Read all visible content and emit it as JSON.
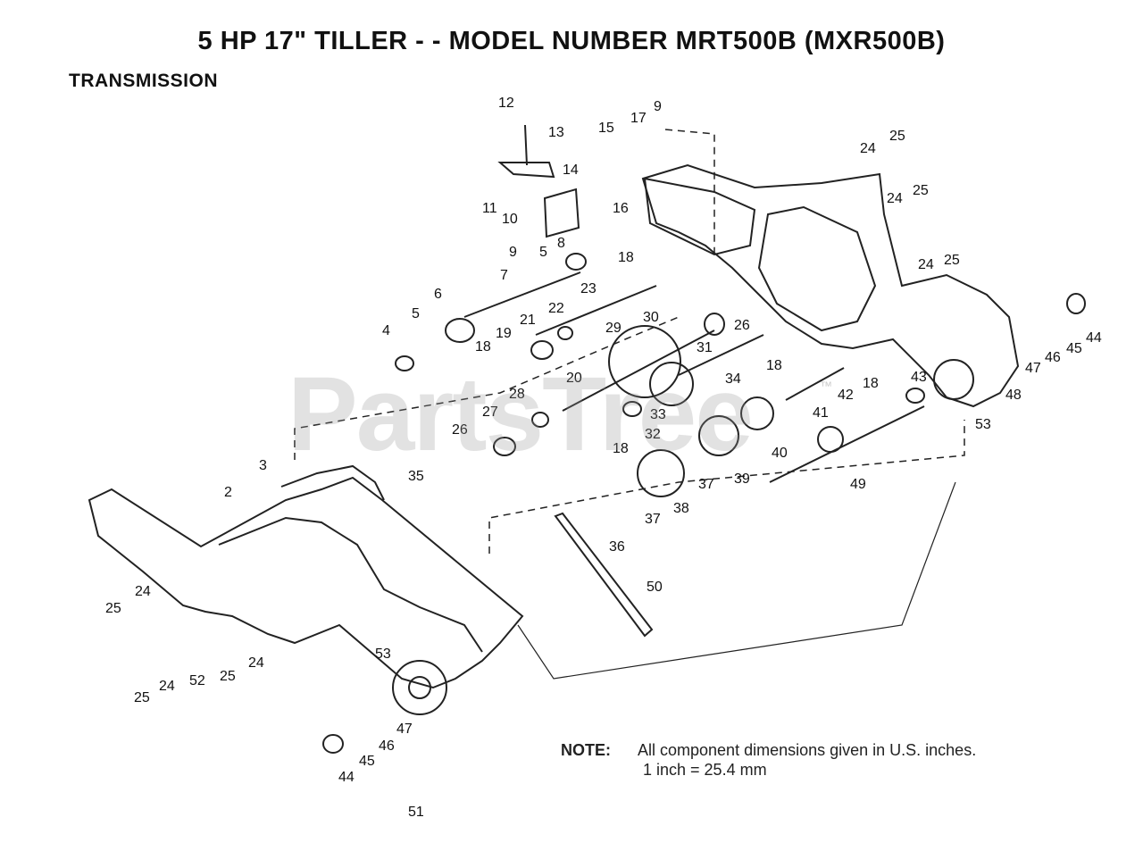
{
  "title": "5 HP 17\" TILLER - - MODEL NUMBER MRT500B (MXR500B)",
  "section": "TRANSMISSION",
  "watermark": "PartsTree",
  "watermark_tm": "™",
  "note": {
    "label": "NOTE:",
    "line1": "All component dimensions given in U.S. inches.",
    "line2": "1 inch = 25.4 mm"
  },
  "part_numbers": [
    "2",
    "3",
    "4",
    "5",
    "6",
    "7",
    "8",
    "9",
    "10",
    "11",
    "12",
    "13",
    "14",
    "15",
    "16",
    "17",
    "18",
    "19",
    "20",
    "21",
    "22",
    "23",
    "24",
    "25",
    "26",
    "27",
    "28",
    "29",
    "30",
    "31",
    "32",
    "33",
    "34",
    "35",
    "36",
    "37",
    "38",
    "39",
    "40",
    "41",
    "42",
    "43",
    "44",
    "45",
    "46",
    "47",
    "48",
    "49",
    "50",
    "51",
    "52",
    "53"
  ],
  "callouts": [
    {
      "label": "12"
    },
    {
      "label": "13"
    },
    {
      "label": "15"
    },
    {
      "label": "17"
    },
    {
      "label": "9"
    },
    {
      "label": "14"
    },
    {
      "label": "11"
    },
    {
      "label": "10"
    },
    {
      "label": "16"
    },
    {
      "label": "9"
    },
    {
      "label": "8"
    },
    {
      "label": "5"
    },
    {
      "label": "7"
    },
    {
      "label": "18"
    },
    {
      "label": "23"
    },
    {
      "label": "6"
    },
    {
      "label": "5"
    },
    {
      "label": "4"
    },
    {
      "label": "22"
    },
    {
      "label": "21"
    },
    {
      "label": "19"
    },
    {
      "label": "18"
    },
    {
      "label": "20"
    },
    {
      "label": "30"
    },
    {
      "label": "29"
    },
    {
      "label": "31"
    },
    {
      "label": "26"
    },
    {
      "label": "18"
    },
    {
      "label": "34"
    },
    {
      "label": "33"
    },
    {
      "label": "28"
    },
    {
      "label": "27"
    },
    {
      "label": "26"
    },
    {
      "label": "18"
    },
    {
      "label": "32"
    },
    {
      "label": "24"
    },
    {
      "label": "25"
    },
    {
      "label": "24"
    },
    {
      "label": "25"
    },
    {
      "label": "24"
    },
    {
      "label": "25"
    },
    {
      "label": "44"
    },
    {
      "label": "45"
    },
    {
      "label": "46"
    },
    {
      "label": "47"
    },
    {
      "label": "48"
    },
    {
      "label": "53"
    },
    {
      "label": "43"
    },
    {
      "label": "42"
    },
    {
      "label": "18"
    },
    {
      "label": "41"
    },
    {
      "label": "40"
    },
    {
      "label": "39"
    },
    {
      "label": "37"
    },
    {
      "label": "49"
    },
    {
      "label": "38"
    },
    {
      "label": "37"
    },
    {
      "label": "36"
    },
    {
      "label": "3"
    },
    {
      "label": "2"
    },
    {
      "label": "35"
    },
    {
      "label": "50"
    },
    {
      "label": "24"
    },
    {
      "label": "25"
    },
    {
      "label": "24"
    },
    {
      "label": "52"
    },
    {
      "label": "25"
    },
    {
      "label": "24"
    },
    {
      "label": "25"
    },
    {
      "label": "53"
    },
    {
      "label": "47"
    },
    {
      "label": "46"
    },
    {
      "label": "45"
    },
    {
      "label": "44"
    },
    {
      "label": "51"
    }
  ]
}
